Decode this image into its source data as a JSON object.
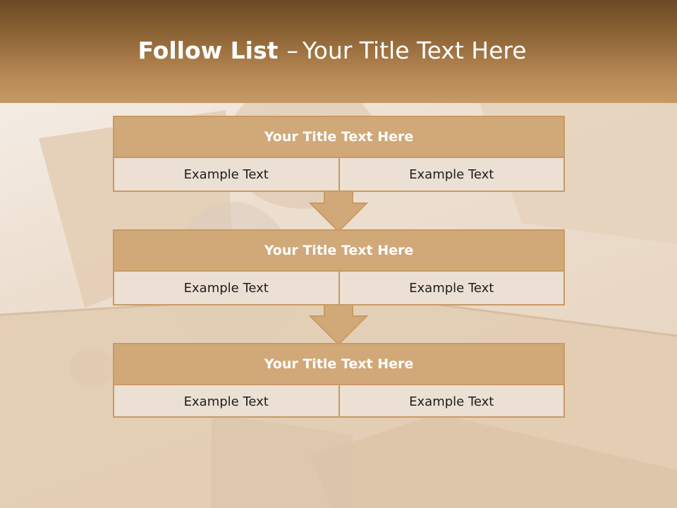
{
  "slide": {
    "title_bold": "Follow List",
    "title_dash": "–",
    "title_rest": "Your Title Text Here"
  },
  "colors": {
    "header_dark": "#6b4a26",
    "header_light": "#c59a66",
    "box_border": "#c99a62",
    "box_title_fill": "#d1a878",
    "box_body_fill": "#ecdfd3",
    "arrow_fill": "#d1a878"
  },
  "flow": {
    "boxes": [
      {
        "title": "Your Title Text Here",
        "left_text": "Example Text",
        "right_text": "Example Text"
      },
      {
        "title": "Your Title Text Here",
        "left_text": "Example Text",
        "right_text": "Example Text"
      },
      {
        "title": "Your Title Text Here",
        "left_text": "Example Text",
        "right_text": "Example Text"
      }
    ],
    "arrow_icon": "down-arrow-icon"
  }
}
